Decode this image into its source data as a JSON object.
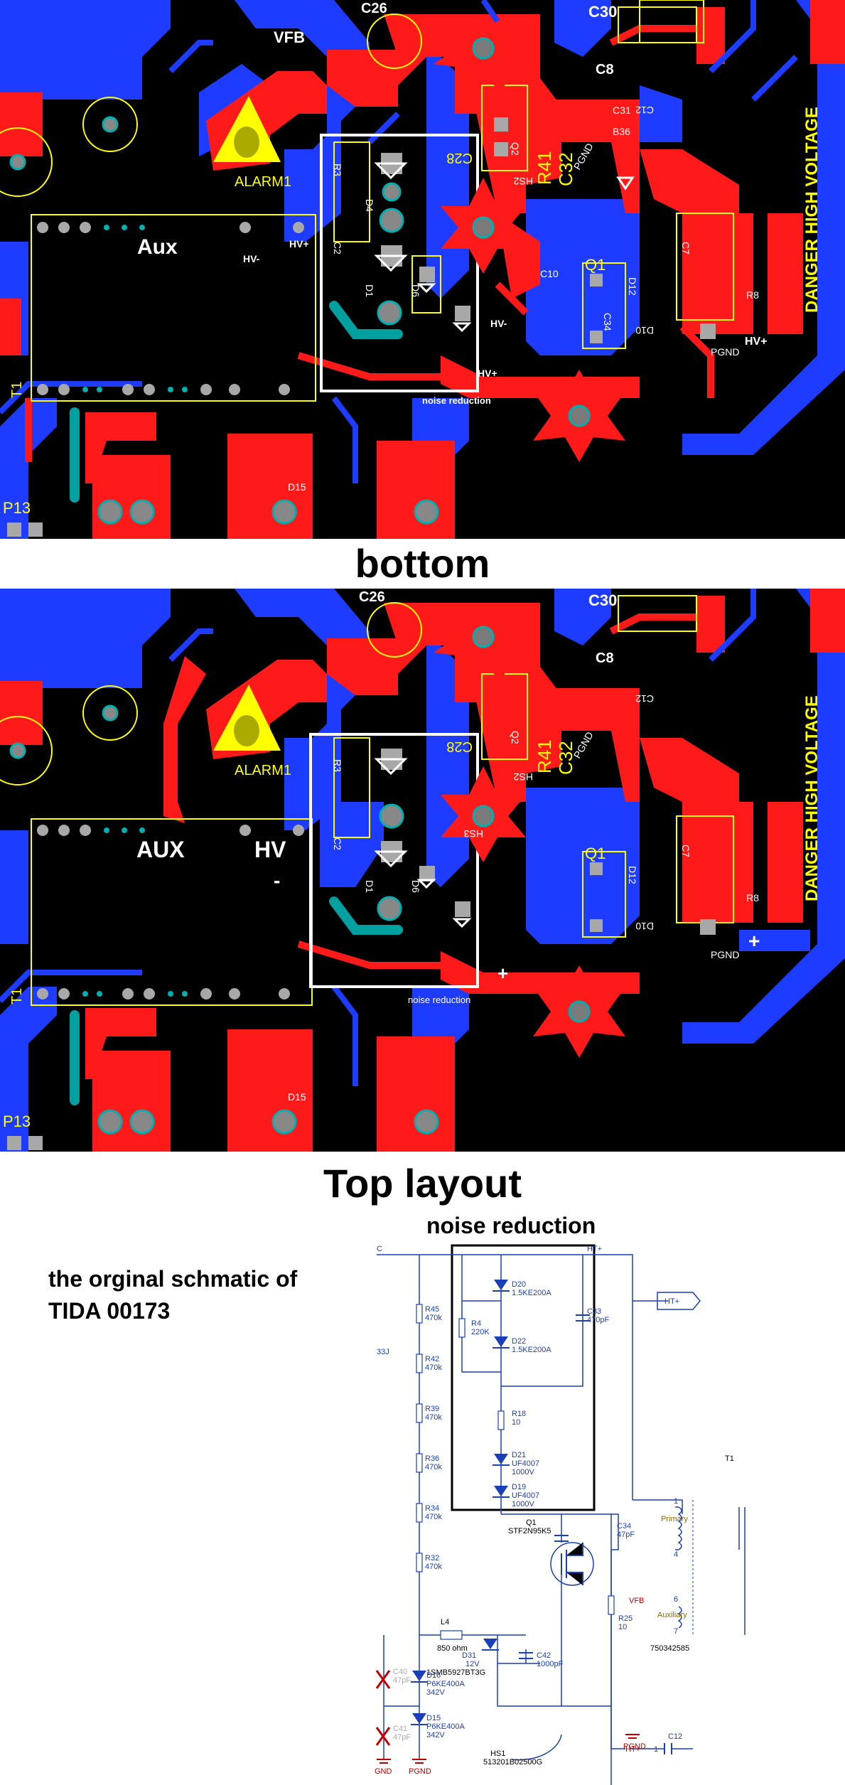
{
  "panels": {
    "bottom": {
      "caption": "bottom",
      "labels": {
        "c26": "C26",
        "c30": "C30",
        "c8": "C8",
        "vfb": "VFB",
        "alarm": "ALARM1",
        "aux": "Aux",
        "hv_plus": "HV+",
        "hv_minus": "HV-",
        "hv_minus2": "HV-",
        "hv_plus2": "HV+",
        "hv_plus3": "HV+",
        "c28": "C28",
        "r41": "R41",
        "c32": "C32",
        "q1": "Q1",
        "q2": "Q2",
        "hs2": "HS2",
        "pgnd": "PGND",
        "pgnd2": "PGND",
        "danger": "DANGER HIGH VOLTAGE",
        "t1": "T1",
        "p13": "P13",
        "noise": "noise reduction",
        "d12": "D12",
        "c12": "C12",
        "r8": "R8",
        "c7": "C7",
        "c2": "C2",
        "d6": "D6",
        "d4": "D4",
        "d1": "D1",
        "r3": "R3",
        "c31": "C31",
        "b36": "B36",
        "c34": "C34",
        "c10": "C10",
        "d10": "D10",
        "d15": "D15"
      }
    },
    "top": {
      "caption": "Top layout",
      "labels": {
        "c26": "C26",
        "c30": "C30",
        "c8": "C8",
        "alarm": "ALARM1",
        "aux": "AUX",
        "hv": "HV",
        "minus": "-",
        "plus": "+",
        "plus2": "+",
        "c28": "C28",
        "r41": "R41",
        "c32": "C32",
        "q1": "Q1",
        "q2": "Q2",
        "hs2": "HS2",
        "hs3": "HS3",
        "pgnd": "PGND",
        "pgnd2": "PGND",
        "danger": "DANGER HIGH VOLTAGE",
        "t1": "T1",
        "p13": "P13",
        "noise": "noise reduction",
        "d12": "D12",
        "c12": "C12",
        "r8": "R8",
        "c7": "C7",
        "c2": "C2",
        "d6": "D6",
        "d1": "D1",
        "r3": "R3",
        "d15": "D15",
        "d10": "D10"
      }
    }
  },
  "schematic": {
    "title_line1": "the orginal schmatic of",
    "title_line2": "TIDA 00173",
    "box_title": "noise reduction",
    "labels": {
      "ht_plus_top": "HT+",
      "ht_plus_tag": "HT+",
      "ht_plus_bottom": "HT+",
      "c_node": "C",
      "v33": "33J",
      "r45": "R45",
      "r45v": "470k",
      "r42": "R42",
      "r42v": "470k",
      "r39": "R39",
      "r39v": "470k",
      "r36": "R36",
      "r36v": "470k",
      "r34": "R34",
      "r34v": "470k",
      "r32": "R32",
      "r32v": "470k",
      "r4": "R4",
      "r4v": "220K",
      "d20": "D20",
      "d20v": "1.5KE200A",
      "d22": "D22",
      "d22v": "1.5KE200A",
      "c33": "C33",
      "c33v": "470pF",
      "r18": "R18",
      "r18v": "10",
      "d21": "D21",
      "d21v1": "UF4007",
      "d21v2": "1000V",
      "d19": "D19",
      "d19v1": "UF4007",
      "d19v2": "1000V",
      "q1": "Q1",
      "q1v": "STF2N95K5",
      "c34": "C34",
      "c34v": "47pF",
      "t1": "T1",
      "primary": "Primary",
      "aux": "Auxiliary",
      "vfb": "VFB",
      "t1v": "750342585",
      "pin1": "1",
      "pin4": "4",
      "pin6": "6",
      "pin7": "7",
      "l4": "L4",
      "l4v": "850 ohm",
      "d31": "D31",
      "d31v": "12V",
      "d31p": "1SMB5927BT3G",
      "c42": "C42",
      "c42v": "1000pF",
      "r25": "R25",
      "r25v": "10",
      "c40": "C40",
      "c40v": "47pF",
      "c41": "C41",
      "c41v": "47pF",
      "d16": "D16",
      "d16v": "P6KE400A",
      "d16w": "342V",
      "d15": "D15",
      "d15v": "P6KE400A",
      "d15w": "342V",
      "hs1": "HS1",
      "hs1v": "513201B02500G",
      "gnd": "GND",
      "pgnd": "PGND",
      "pgnd2": "PGND",
      "c12": "C12",
      "ht_one": "1"
    }
  },
  "colors": {
    "board": "#000000",
    "top_copper": "#ff1a1a",
    "bottom_copper": "#1e3cff",
    "silk": "#ffff00",
    "pad": "#a0a0a0",
    "via": "#00b0b0",
    "highlight": "#ffffff",
    "schematic_blue": "#1a3fb8",
    "schematic_red": "#c00000"
  }
}
